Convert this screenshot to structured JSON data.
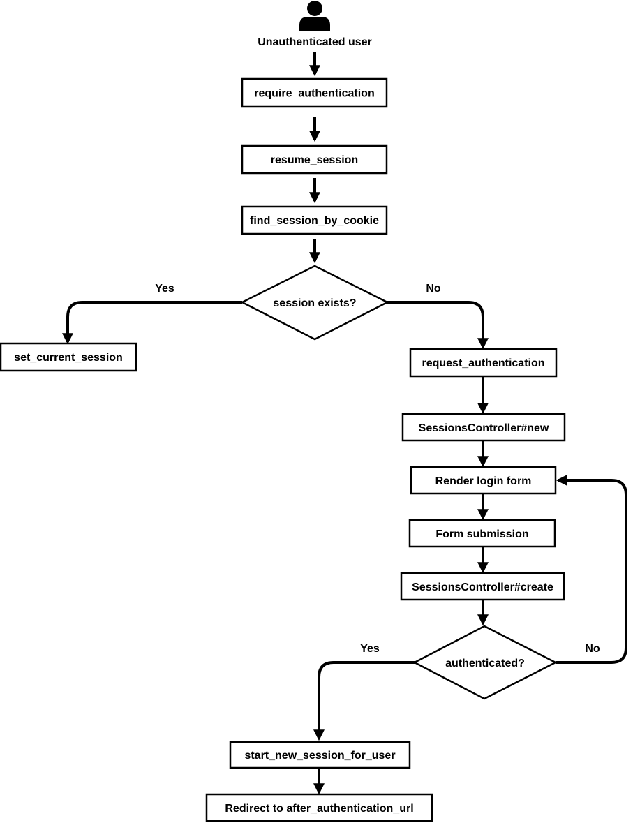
{
  "actor": {
    "icon": "user-icon",
    "label": "Unauthenticated user"
  },
  "nodes": {
    "require_authentication": "require_authentication",
    "resume_session": "resume_session",
    "find_session_by_cookie": "find_session_by_cookie",
    "session_exists": "session exists?",
    "set_current_session": "set_current_session",
    "request_authentication": "request_authentication",
    "sessions_new": "SessionsController#new",
    "render_login_form": "Render login form",
    "form_submission": "Form submission",
    "sessions_create": "SessionsController#create",
    "authenticated": "authenticated?",
    "start_new_session": "start_new_session_for_user",
    "redirect": "Redirect to after_authentication_url"
  },
  "edge_labels": {
    "session_yes": "Yes",
    "session_no": "No",
    "auth_yes": "Yes",
    "auth_no": "No"
  },
  "colors": {
    "stroke": "#000000",
    "fill": "#ffffff"
  }
}
